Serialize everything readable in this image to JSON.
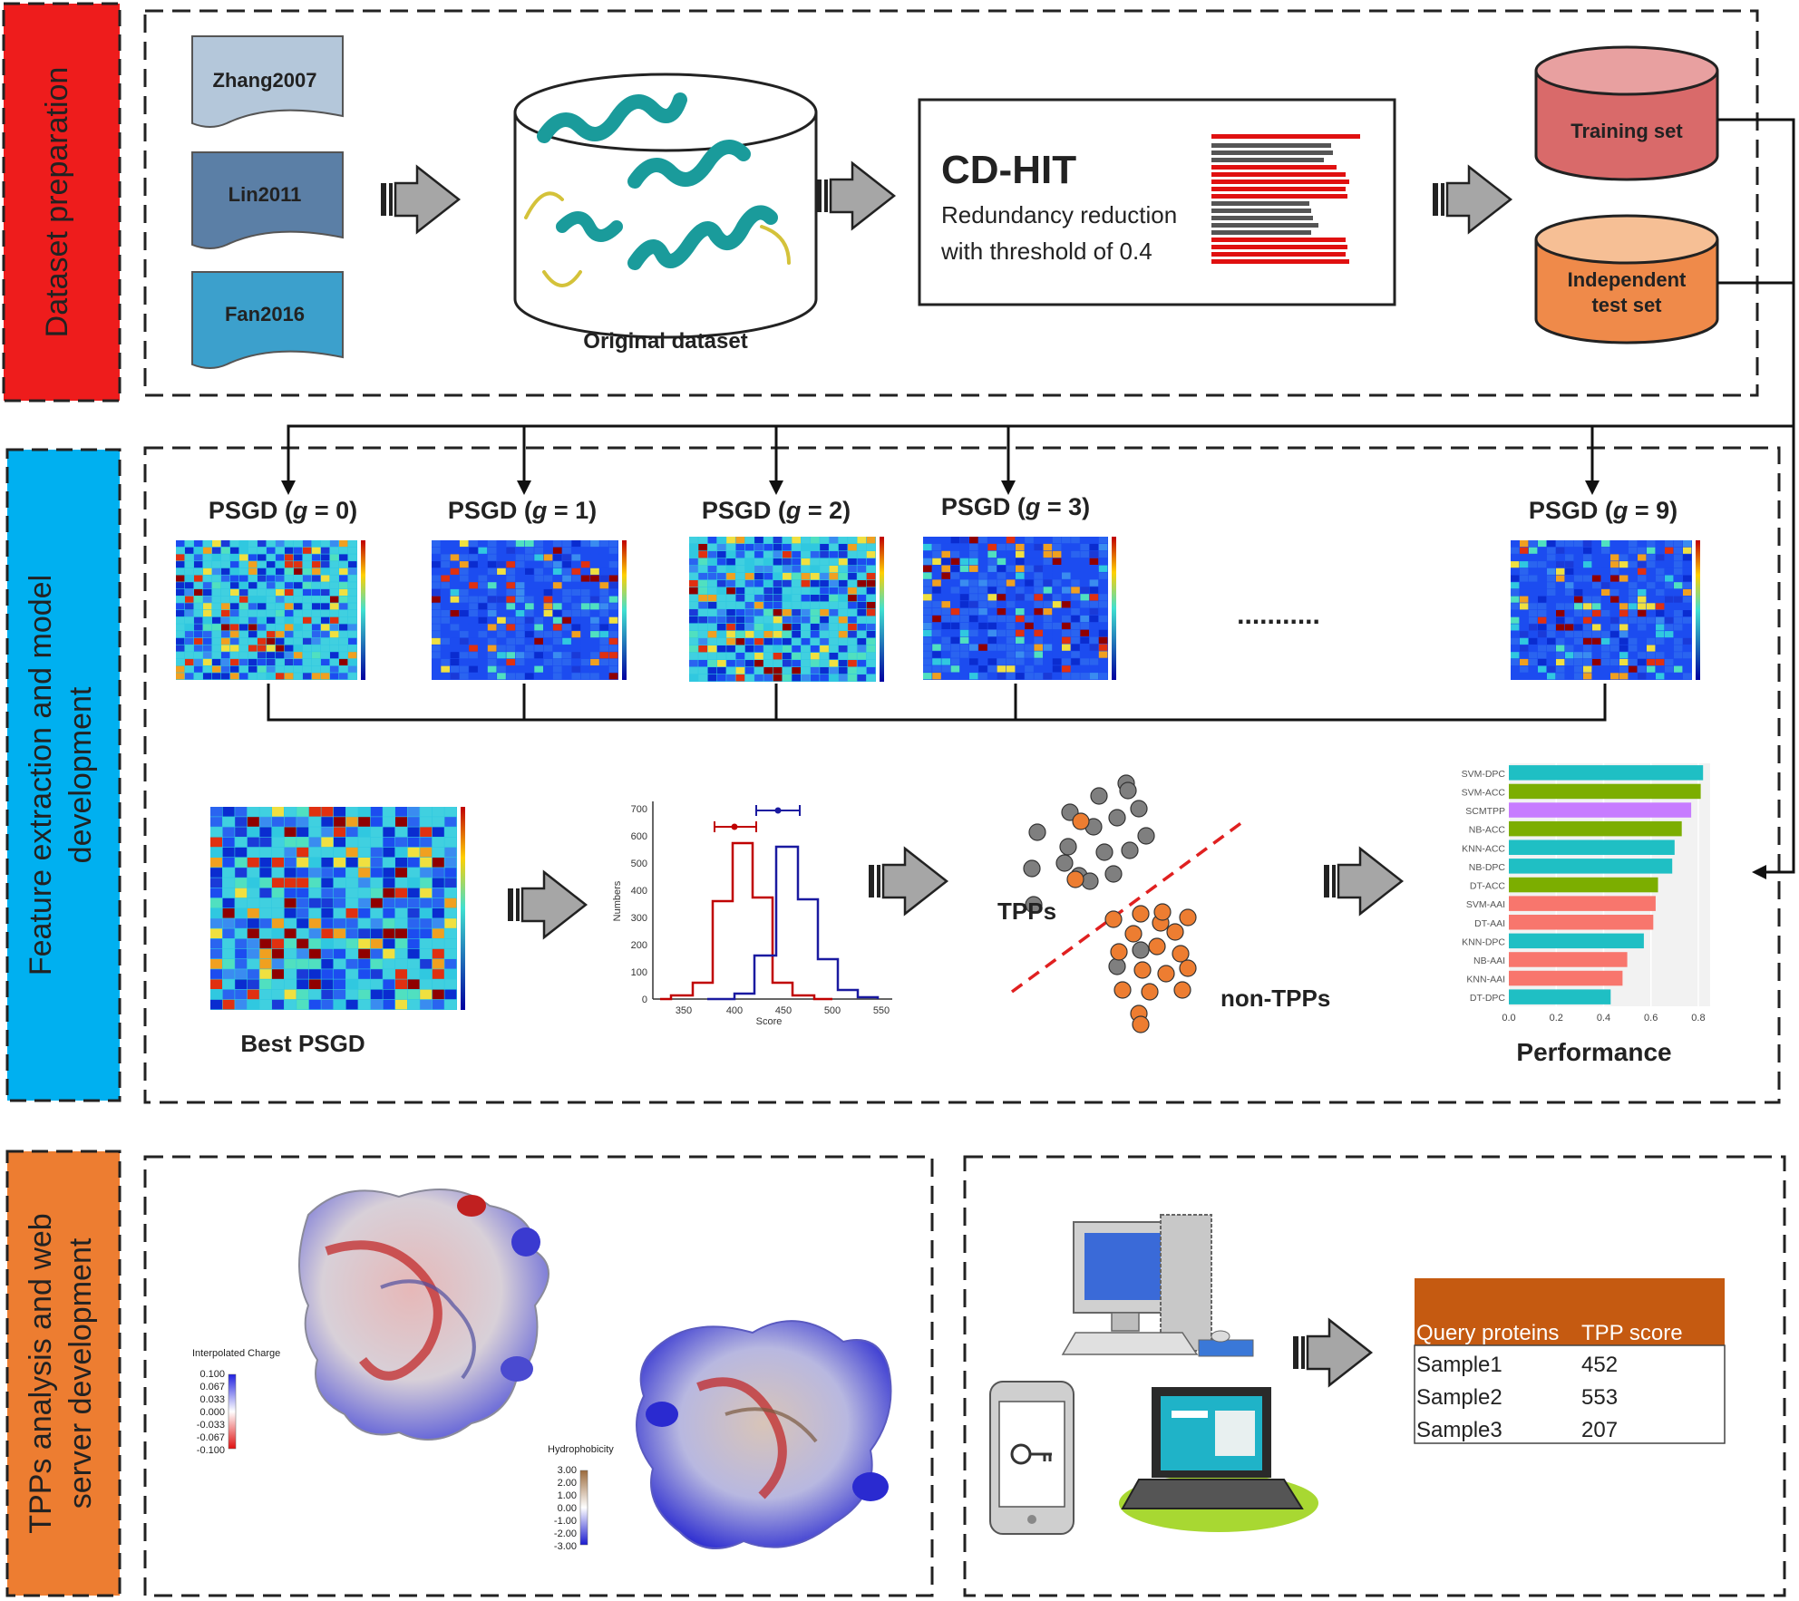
{
  "sections": {
    "dataset": "Dataset preparation",
    "feature_line1": "Feature extraction and model",
    "feature_line2": "development",
    "tpps_line1": "TPPs analysis and web",
    "tpps_line2": "server development"
  },
  "datasets": [
    "Zhang2007",
    "Lin2011",
    "Fan2016"
  ],
  "original_dataset": "Original dataset",
  "cdhit": {
    "title": "CD-HIT",
    "line1": "Redundancy reduction",
    "line2": "with threshold of 0.4"
  },
  "sets": {
    "training": "Training set",
    "test_line1": "Independent",
    "test_line2": "test set"
  },
  "psgd": {
    "prefix": "PSGD (",
    "g": "g",
    "labels": [
      " = 0)",
      " = 1)",
      " = 2)",
      " = 3)",
      " = 9)"
    ],
    "ellipsis": "...........",
    "best": "Best PSGD"
  },
  "hist": {
    "xlabel": "Score",
    "ylabel": "Numbers",
    "xticks": [
      "350",
      "400",
      "450",
      "500",
      "550"
    ],
    "yticks": [
      "0",
      "100",
      "200",
      "300",
      "400",
      "500",
      "600",
      "700"
    ]
  },
  "classes": {
    "tpp": "TPPs",
    "non": "non-TPPs"
  },
  "chart_data": {
    "type": "bar",
    "orientation": "horizontal",
    "categories": [
      "SVM-DPC",
      "SVM-ACC",
      "SCMTPP",
      "NB-ACC",
      "KNN-ACC",
      "NB-DPC",
      "DT-ACC",
      "SVM-AAI",
      "DT-AAI",
      "KNN-DPC",
      "NB-AAI",
      "KNN-AAI",
      "DT-DPC"
    ],
    "values": [
      0.82,
      0.81,
      0.77,
      0.73,
      0.7,
      0.69,
      0.63,
      0.62,
      0.61,
      0.57,
      0.5,
      0.48,
      0.43
    ],
    "colors": [
      "#1fbfc4",
      "#7cae00",
      "#c77cff",
      "#7cae00",
      "#1fbfc4",
      "#1fbfc4",
      "#7cae00",
      "#f8766d",
      "#f8766d",
      "#1fbfc4",
      "#f8766d",
      "#f8766d",
      "#1fbfc4"
    ],
    "xticks": [
      "0.0",
      "0.2",
      "0.4",
      "0.6",
      "0.8"
    ],
    "xlim": [
      0,
      0.85
    ],
    "title": "Performance"
  },
  "charge_legend": {
    "title": "Interpolated Charge",
    "values": [
      "0.100",
      "0.067",
      "0.033",
      "0.000",
      "-0.033",
      "-0.067",
      "-0.100"
    ]
  },
  "hydro_legend": {
    "title": "Hydrophobicity",
    "values": [
      "3.00",
      "2.00",
      "1.00",
      "0.00",
      "-1.00",
      "-2.00",
      "-3.00"
    ]
  },
  "table": {
    "headers": [
      "Query proteins",
      "TPP score"
    ],
    "rows": [
      [
        "Sample1",
        "452"
      ],
      [
        "Sample2",
        "553"
      ],
      [
        "Sample3",
        "207"
      ]
    ]
  },
  "colors": {
    "dataset_label": "#ee1c1c",
    "feature_label": "#00b0f0",
    "tpps_label": "#ed7d31",
    "table_header": "#c55a11",
    "arrow": "#a6a6a6"
  }
}
